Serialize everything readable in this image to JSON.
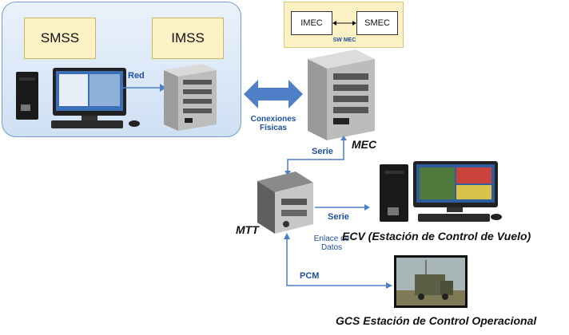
{
  "ground_station": {
    "smss": "SMSS",
    "imss": "IMSS",
    "link": "Red"
  },
  "sw_mec": {
    "imec": "IMEC",
    "smec": "SMEC",
    "caption": "SW MEC"
  },
  "physical_links": "Conexiones\nFísicas",
  "mec": {
    "label": "MEC",
    "serial": "Serie"
  },
  "mtt": {
    "label": "MTT",
    "serial": "Serie",
    "data_link": "Enlace de\nDatos",
    "pcm": "PCM"
  },
  "ecv": {
    "label": "ECV (Estación de Control de Vuelo)"
  },
  "gcs": {
    "label": "GCS Estación de Control Operacional"
  },
  "colors": {
    "accent": "#1f4e9c",
    "arrow": "#4f7fc6",
    "panel": "#d6e6f6",
    "yellow": "#fbf1c4"
  }
}
